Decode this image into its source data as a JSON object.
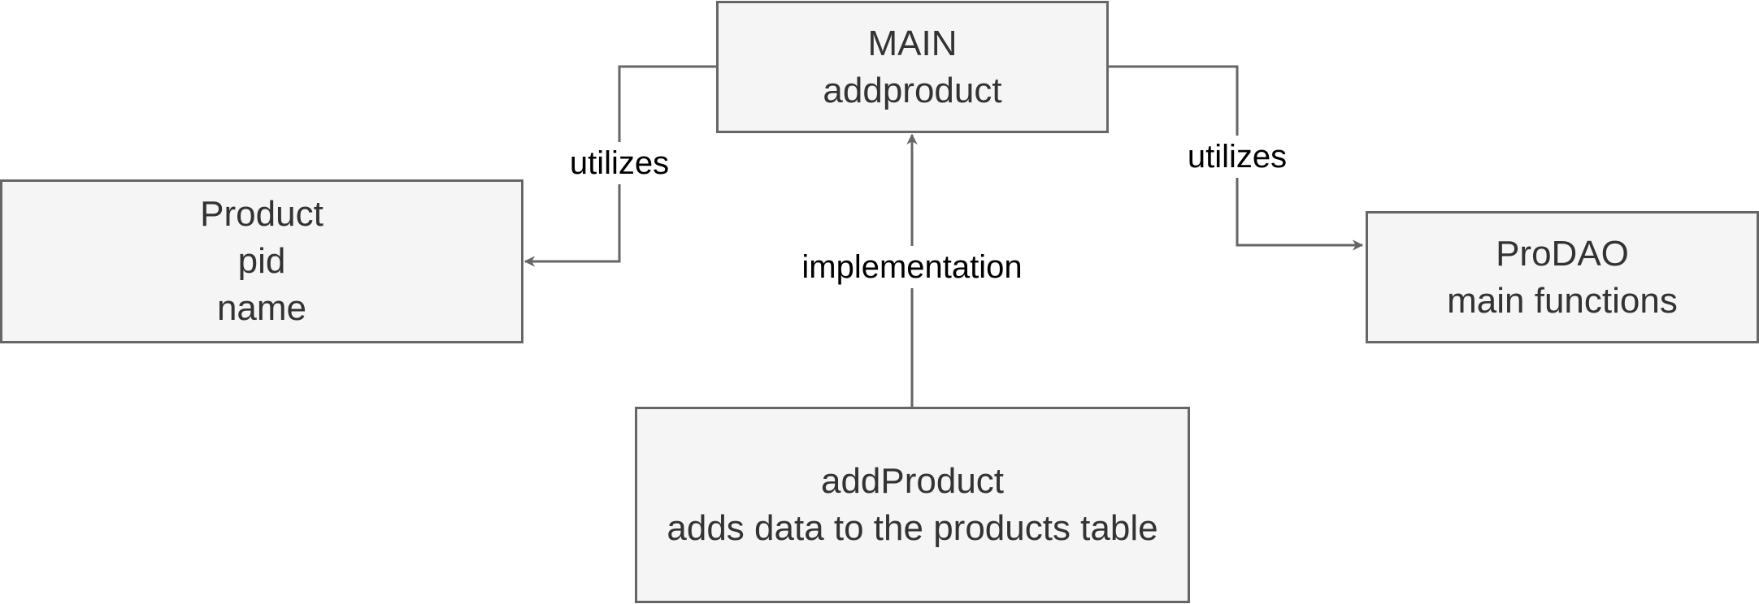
{
  "diagram": {
    "colors": {
      "stroke": "#666666",
      "fill": "#f5f5f5",
      "text": "#333333",
      "label": "#000000"
    },
    "nodes": {
      "main": {
        "lines": [
          "MAIN",
          "addproduct"
        ]
      },
      "product": {
        "lines": [
          "Product",
          "pid",
          "name"
        ]
      },
      "prodao": {
        "lines": [
          "ProDAO",
          "main functions"
        ]
      },
      "addproduct": {
        "lines": [
          "addProduct",
          "adds data to the products table"
        ]
      }
    },
    "edges": {
      "main_to_product": {
        "label": "utilizes"
      },
      "main_to_prodao": {
        "label": "utilizes"
      },
      "addproduct_to_main": {
        "label": "implementation"
      }
    }
  }
}
